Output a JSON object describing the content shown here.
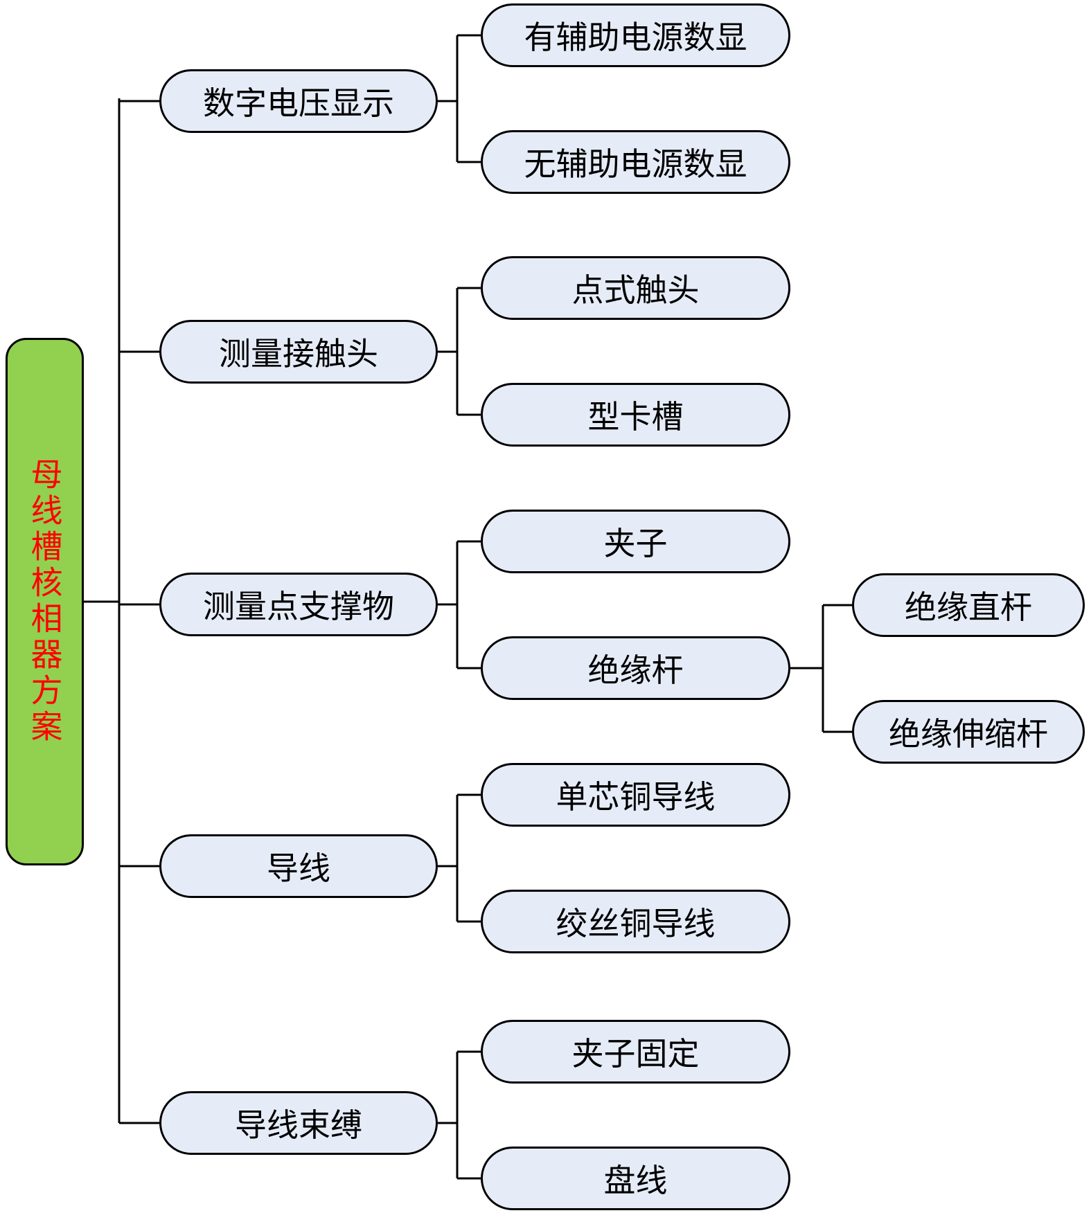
{
  "colors": {
    "root_fill": "#92d050",
    "root_text": "#ff0000",
    "node_fill": "#e6ecf7",
    "border": "#000000",
    "line": "#000000"
  },
  "root": {
    "label": "母线槽核相器方案"
  },
  "branches": [
    {
      "label": "数字电压显示",
      "children": [
        {
          "label": "有辅助电源数显"
        },
        {
          "label": "无辅助电源数显"
        }
      ]
    },
    {
      "label": "测量接触头",
      "children": [
        {
          "label": "点式触头"
        },
        {
          "label": "型卡槽"
        }
      ]
    },
    {
      "label": "测量点支撑物",
      "children": [
        {
          "label": "夹子"
        },
        {
          "label": "绝缘杆",
          "children": [
            {
              "label": "绝缘直杆"
            },
            {
              "label": "绝缘伸缩杆"
            }
          ]
        }
      ]
    },
    {
      "label": "导线",
      "children": [
        {
          "label": "单芯铜导线"
        },
        {
          "label": "绞丝铜导线"
        }
      ]
    },
    {
      "label": "导线束缚",
      "children": [
        {
          "label": "夹子固定"
        },
        {
          "label": "盘线"
        }
      ]
    }
  ]
}
